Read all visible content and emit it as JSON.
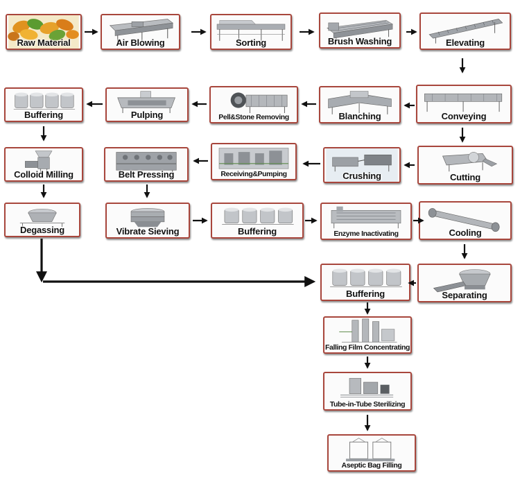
{
  "steps": {
    "raw_material": "Raw Material",
    "air_blowing": "Air Blowing",
    "sorting": "Sorting",
    "brush_washing": "Brush Washing",
    "elevating": "Elevating",
    "buffering_1": "Buffering",
    "pulping": "Pulping",
    "pell_stone_removing": "Pell&Stone Removing",
    "blanching": "Blanching",
    "conveying": "Conveying",
    "colloid_milling": "Colloid Milling",
    "belt_pressing": "Belt Pressing",
    "receiving_pumping": "Receiving&Pumping",
    "crushing": "Crushing",
    "cutting": "Cutting",
    "degassing": "Degassing",
    "vibrate_sieving": "Vibrate Sieving",
    "buffering_2": "Buffering",
    "enzyme_inactivating": "Enzyme Inactivating",
    "cooling": "Cooling",
    "buffering_3": "Buffering",
    "separating": "Separating",
    "falling_film_concentrating": "Falling Film Concentrating",
    "tube_in_tube_sterilizing": "Tube-in-Tube Sterilizing",
    "aseptic_bag_filling": "Aseptic Bag Filling"
  },
  "colors": {
    "frame_border": "#a8463c",
    "arrow": "#111111",
    "fruit_orange": "#e08a1e",
    "fruit_green": "#4d8f2a",
    "steel": "#9a9ea4"
  },
  "icons": {
    "raw_material": "mango-photo",
    "machine": "steel-machine-illustration",
    "tank": "buffer-tank-illustration",
    "pipe": "tube-cooler-illustration"
  }
}
